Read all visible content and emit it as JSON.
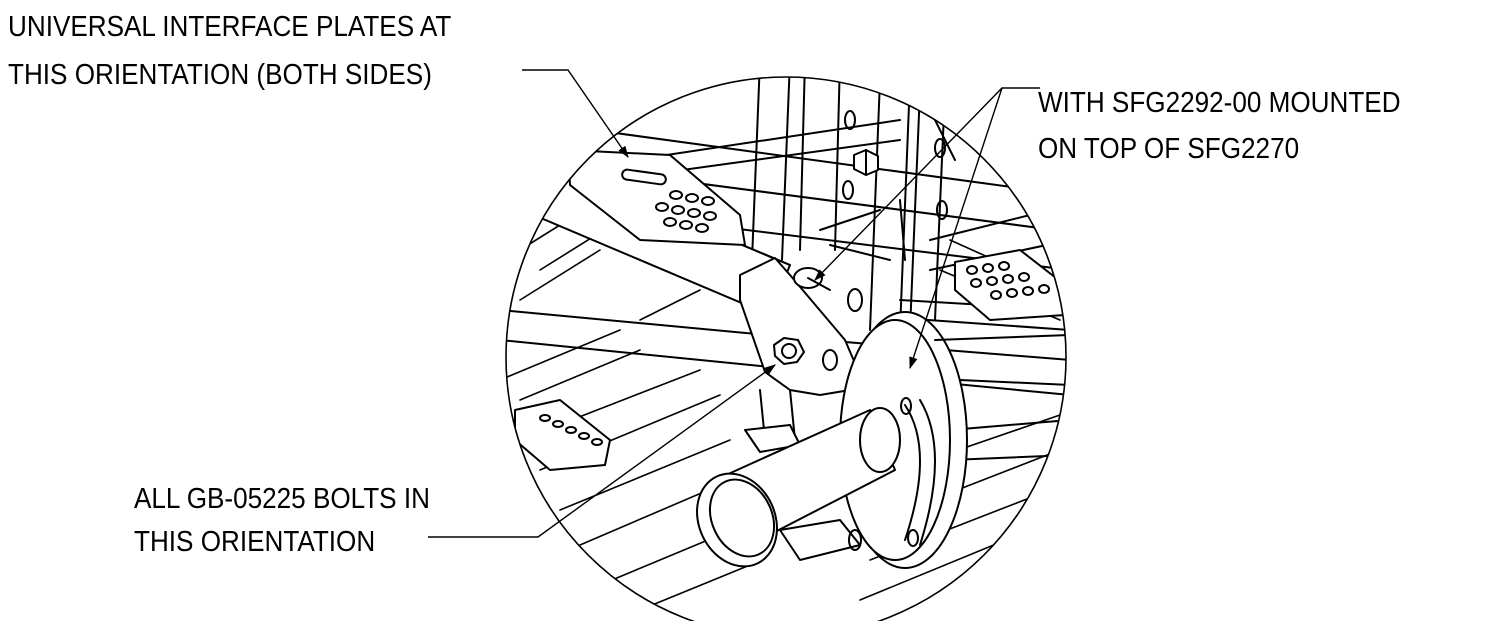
{
  "callouts": {
    "interface_plates": {
      "line1": "UNIVERSAL INTERFACE PLATES AT",
      "line2": "THIS ORIENTATION (BOTH SIDES)"
    },
    "mounting": {
      "line1": "WITH SFG2292-00 MOUNTED",
      "line2": "ON TOP OF SFG2270"
    },
    "bolts": {
      "line1": "ALL GB-05225 BOLTS IN",
      "line2": "THIS ORIENTATION"
    }
  },
  "colors": {
    "ink": "#000000",
    "paper": "#ffffff",
    "shade": "#e4e4e4"
  }
}
